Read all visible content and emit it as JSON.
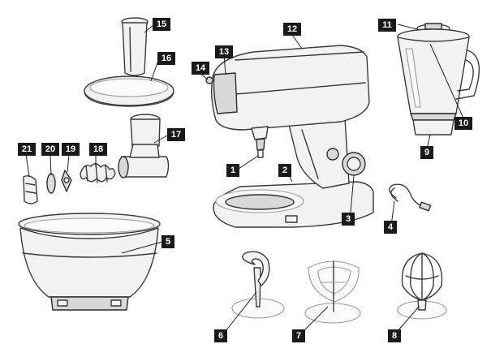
{
  "labels": {
    "l1": "1",
    "l2": "2",
    "l3": "3",
    "l4": "4",
    "l5": "5",
    "l6": "6",
    "l7": "7",
    "l8": "8",
    "l9": "9",
    "l10": "10",
    "l11": "11",
    "l12": "12",
    "l13": "13",
    "l14": "14",
    "l15": "15",
    "l16": "16",
    "l17": "17",
    "l18": "18",
    "l19": "19",
    "l20": "20",
    "l21": "21"
  },
  "colors": {
    "badge": "#1a1a1a",
    "badge_text": "#ffffff",
    "line_art": "#3a3a3a"
  }
}
